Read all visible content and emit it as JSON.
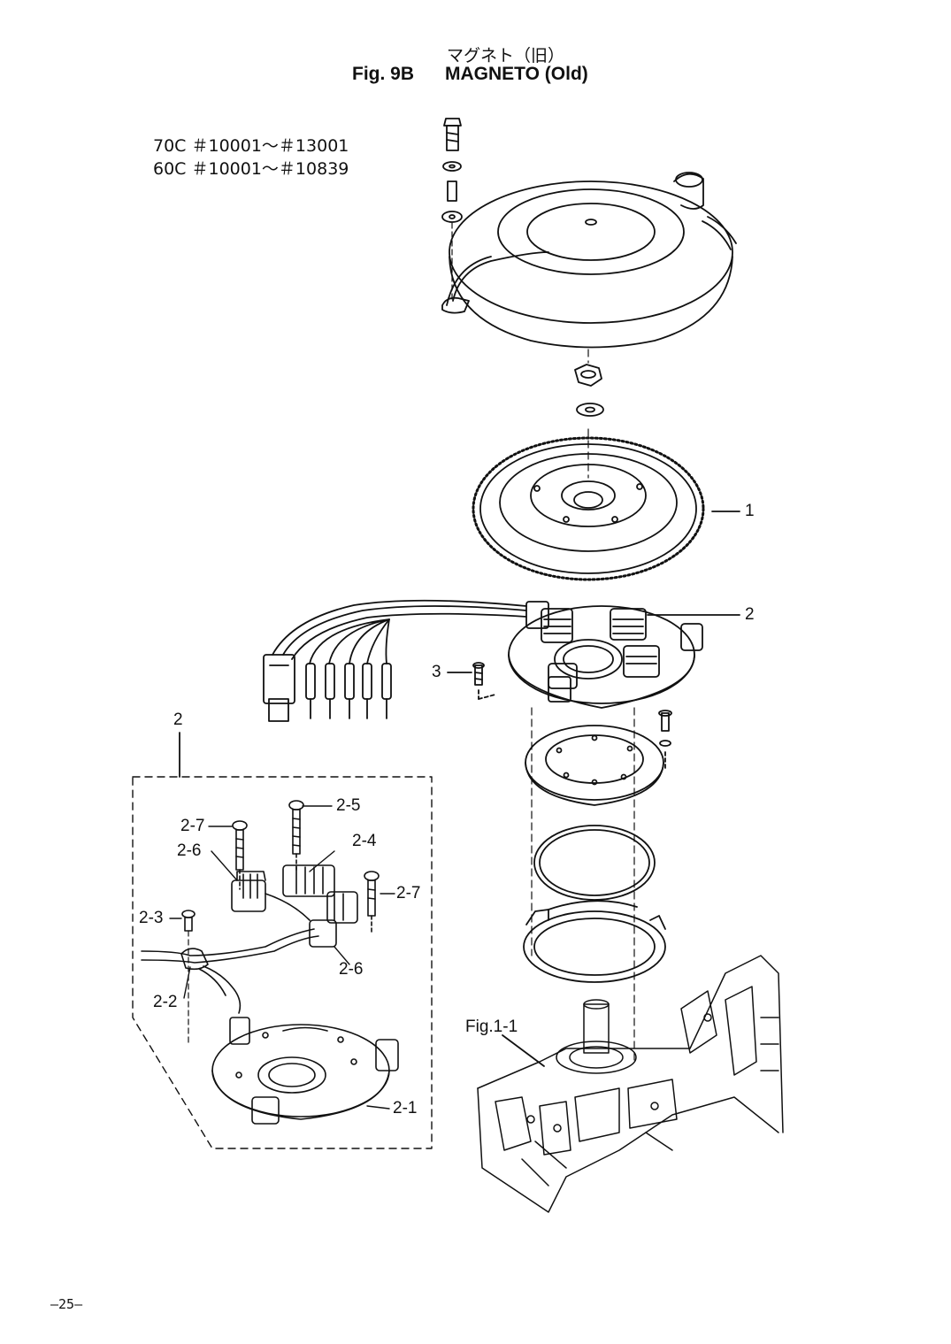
{
  "header": {
    "japanese_title": "マグネト（旧）",
    "figure_number": "Fig. 9B",
    "figure_name": "MAGNETO (Old)"
  },
  "applicability": [
    "70C ＃10001～＃13001",
    "60C ＃10001～＃10839"
  ],
  "callouts": {
    "p1": "1",
    "p2": "2",
    "p3": "3",
    "p2_group": "2",
    "p2_5": "2-5",
    "p2_7a": "2-7",
    "p2_4": "2-4",
    "p2_6a": "2-6",
    "p2_7b": "2-7",
    "p2_3": "2-3",
    "p2_6b": "2-6",
    "p2_2": "2-2",
    "p2_1": "2-1",
    "fig_ref": "Fig.1-1"
  },
  "footer": {
    "page_number": "–25–"
  }
}
